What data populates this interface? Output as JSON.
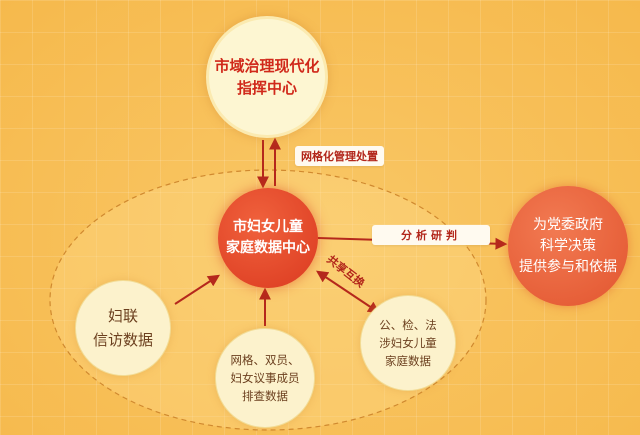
{
  "nodes": {
    "command_center": {
      "line1": "市域治理现代化",
      "line2": "指挥中心"
    },
    "data_center": {
      "line1": "市妇女儿童",
      "line2": "家庭数据中心"
    },
    "decision": {
      "line1": "为党委政府",
      "line2": "科学决策",
      "line3": "提供参与和依据"
    },
    "fulian": {
      "line1": "妇联",
      "line2": "信访数据"
    },
    "grid_data": {
      "line1": "网格、双员、",
      "line2": "妇女议事成员",
      "line3": "排查数据"
    },
    "legal_data": {
      "line1": "公、检、法",
      "line2": "涉妇女儿童",
      "line3": "家庭数据"
    }
  },
  "edge_labels": {
    "grid_management": "网格化管理处置",
    "analysis": "分析研判",
    "share": "共享互换"
  },
  "colors": {
    "background": "#f8c25a",
    "arrow": "#b5281c",
    "center_node": "#e04426",
    "decision_node": "#e65a33",
    "light_node": "#fcf2cc"
  }
}
